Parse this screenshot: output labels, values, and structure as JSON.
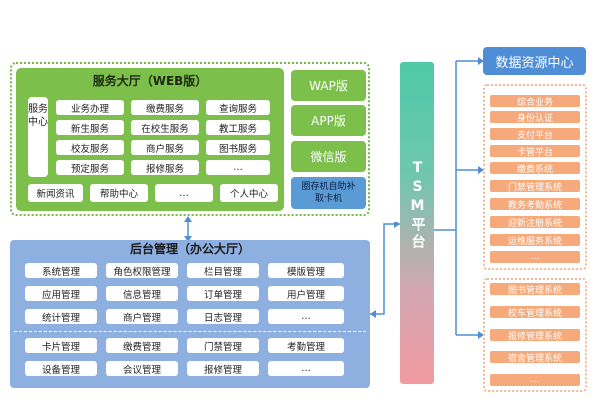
{
  "service_hall": {
    "title": "服务大厅（WEB版）",
    "center_label": "服务中心",
    "services": [
      "业务办理",
      "缴费服务",
      "查询服务",
      "新生服务",
      "在校生服务",
      "教工服务",
      "校友服务",
      "商户服务",
      "图书服务",
      "预定服务",
      "报修服务",
      "…"
    ],
    "bottom": [
      "新闻资讯",
      "帮助中心",
      "…",
      "个人中心"
    ]
  },
  "modes": [
    "WAP版",
    "APP版",
    "微信版"
  ],
  "kiosk": "圈存机自助补取卡机",
  "backend": {
    "title": "后台管理（办公大厅）",
    "row_groups_top": [
      [
        "系统管理",
        "角色权限管理",
        "栏目管理",
        "模版管理"
      ],
      [
        "应用管理",
        "信息管理",
        "订单管理",
        "用户管理"
      ],
      [
        "统计管理",
        "商户管理",
        "日志管理",
        "…"
      ]
    ],
    "row_groups_bottom": [
      [
        "卡片管理",
        "缴费管理",
        "门禁管理",
        "考勤管理"
      ],
      [
        "设备管理",
        "会议管理",
        "报修管理",
        "…"
      ]
    ]
  },
  "tsm": "TSM平台",
  "data_center": {
    "title": "数据资源中心",
    "group1": [
      "综合业务",
      "身份认证",
      "支付平台",
      "卡管平台",
      "缴费系统",
      "门禁管理系统",
      "教务考勤系统",
      "迎新注册系统",
      "运维服务系统",
      "…"
    ],
    "group2": [
      "图书管理系统",
      "校车管理系统",
      "报修管理系统",
      "宿舍管理系统",
      "…"
    ]
  },
  "colors": {
    "green": "#7cc04b",
    "blue": "#4f8ed6",
    "backend": "#8eb0e0",
    "peach": "#f6a97b"
  }
}
